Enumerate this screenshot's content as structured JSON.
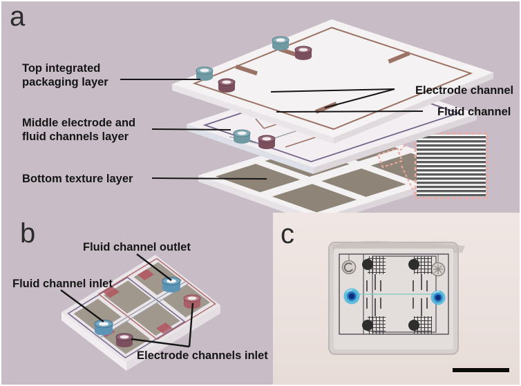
{
  "figure_type": "scientific-figure",
  "panels": {
    "a": {
      "letter": "a",
      "labels": {
        "top_layer": "Top integrated\npackaging layer",
        "middle_layer": "Middle electrode and\nfluid channels layer",
        "bottom_layer": "Bottom texture layer",
        "electrode_channel": "Electrode channel",
        "fluid_channel": "Fluid channel"
      }
    },
    "b": {
      "letter": "b",
      "labels": {
        "fluid_outlet": "Fluid channel outlet",
        "fluid_inlet": "Fluid channel inlet",
        "electrode_inlet": "Electrode channels inlet"
      }
    },
    "c": {
      "letter": "c",
      "content": "photograph of assembled transparent microfluidic chip with blue dye at fluid ports and black scale bar"
    }
  },
  "colors": {
    "background": "#c8bdc6",
    "photo_background": "#ece2de",
    "label_text": "#141414",
    "plate_white": "#f3eff2",
    "electrode_channel_brown": "#9b7263",
    "fluid_channel_gray": "#9aa0a8",
    "channel_outline_purple": "#74648a",
    "channel_outline_red": "#b06a6a",
    "fluid_port_teal": "#6f9aa3",
    "electrode_port_maroon": "#7c4f5e",
    "electrode_port_red": "#a85f68",
    "texture_pad_olive": "#8e8477",
    "inset_dash_pink": "#f0a79e",
    "texture_stripe_dark": "#5c5c5c",
    "dye_blue": "#2a7fc2",
    "scale_bar_black": "#0a0a0a"
  }
}
